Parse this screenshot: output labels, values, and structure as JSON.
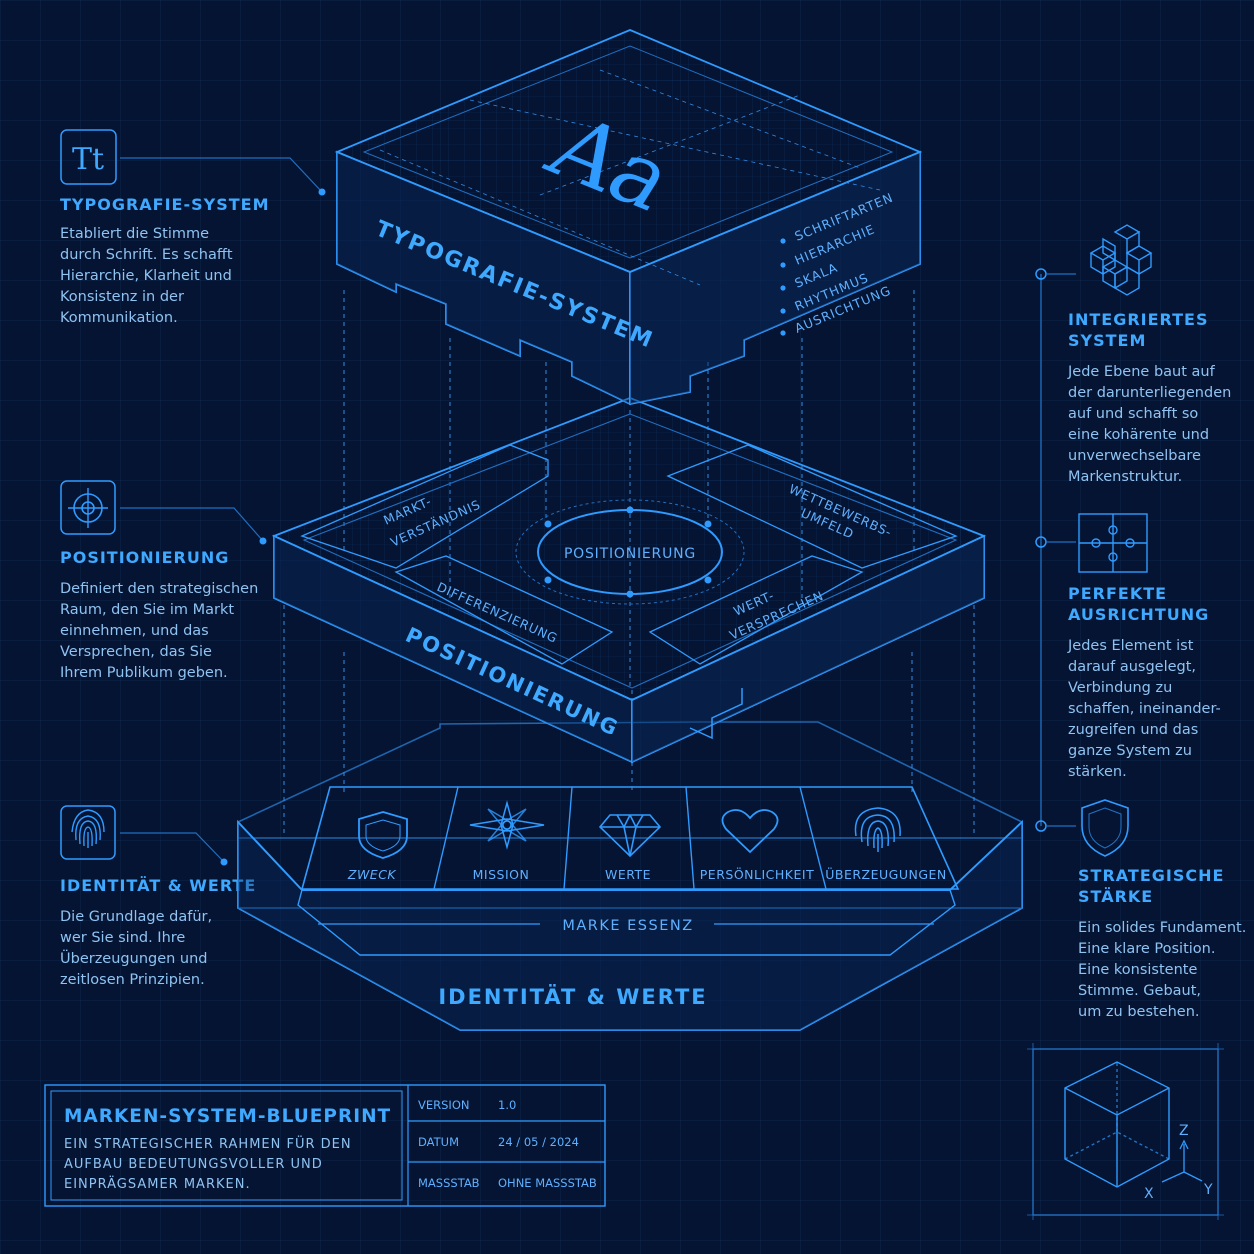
{
  "left": {
    "typography": {
      "title": "TYPOGRAFIE-SYSTEM",
      "lines": [
        "Etabliert die Stimme",
        "durch Schrift. Es schafft",
        "Hierarchie, Klarheit und",
        "Konsistenz in der",
        "Kommunikation."
      ],
      "icon_text": "Tt"
    },
    "positioning": {
      "title": "POSITIONIERUNG",
      "lines": [
        "Definiert den strategischen",
        "Raum, den Sie im Markt",
        "einnehmen, und das",
        "Versprechen, das Sie",
        "Ihrem Publikum geben."
      ]
    },
    "identity": {
      "title": "IDENTITÄT & WERTE",
      "lines": [
        "Die Grundlage dafür,",
        "wer Sie sind. Ihre",
        "Überzeugungen und",
        "zeitlosen Prinzipien."
      ]
    }
  },
  "right": {
    "integrated": {
      "title": [
        "INTEGRIERTES",
        "SYSTEM"
      ],
      "lines": [
        "Jede Ebene baut auf",
        "der darunterliegenden",
        "auf und schafft so",
        "eine kohärente und",
        "unverwechselbare",
        "Markenstruktur."
      ]
    },
    "alignment": {
      "title": [
        "PERFEKTE",
        "AUSRICHTUNG"
      ],
      "lines": [
        "Jedes Element ist",
        "darauf ausgelegt,",
        "Verbindung zu",
        "schaffen, ineinander-",
        "zugreifen und das",
        "ganze System zu",
        "stärken."
      ]
    },
    "strength": {
      "title": [
        "STRATEGISCHE",
        "STÄRKE"
      ],
      "lines": [
        "Ein solides Fundament.",
        "Eine klare Position.",
        "Eine konsistente",
        "Stimme. Gebaut,",
        "um zu bestehen."
      ]
    }
  },
  "top_block": {
    "glyph": "Aa",
    "label": "TYPOGRAFIE-SYSTEM",
    "bullets": [
      "SCHRIFTARTEN",
      "HIERARCHIE",
      "SKALA",
      "RHYTHMUS",
      "AUSRICHTUNG"
    ]
  },
  "middle_block": {
    "center": "POSITIONIERUNG",
    "label": "POSITIONIERUNG",
    "quadrants": {
      "market": [
        "MARKT-",
        "VERSTÄNDNIS"
      ],
      "competition": [
        "WETTBEWERBS-",
        "UMFELD"
      ],
      "differentiation": [
        "DIFFERENZIERUNG"
      ],
      "value": [
        "WERT-",
        "VERSPRECHEN"
      ]
    }
  },
  "bottom_block": {
    "values": [
      "ZWECK",
      "MISSION",
      "WERTE",
      "PERSÖNLICHKEIT",
      "ÜBERZEUGUNGEN"
    ],
    "essence": "MARKE ESSENZ",
    "label": "IDENTITÄT & WERTE"
  },
  "title_block": {
    "title": "MARKEN-SYSTEM-BLUEPRINT",
    "subtitle": [
      "EIN STRATEGISCHER RAHMEN FÜR DEN",
      "AUFBAU BEDEUTUNGSVOLLER UND",
      "EINPRÄGSAMER MARKEN."
    ],
    "rows": [
      {
        "key": "VERSION",
        "value": "1.0"
      },
      {
        "key": "DATUM",
        "value": "24 / 05 / 2024"
      },
      {
        "key": "MASSSTAB",
        "value": "OHNE MASSSTAB"
      }
    ]
  },
  "axes": {
    "z": "Z",
    "x": "X",
    "y": "Y"
  },
  "colors": {
    "background": "#051433",
    "accent": "#2f9bff",
    "text": "#8fc3f2"
  }
}
